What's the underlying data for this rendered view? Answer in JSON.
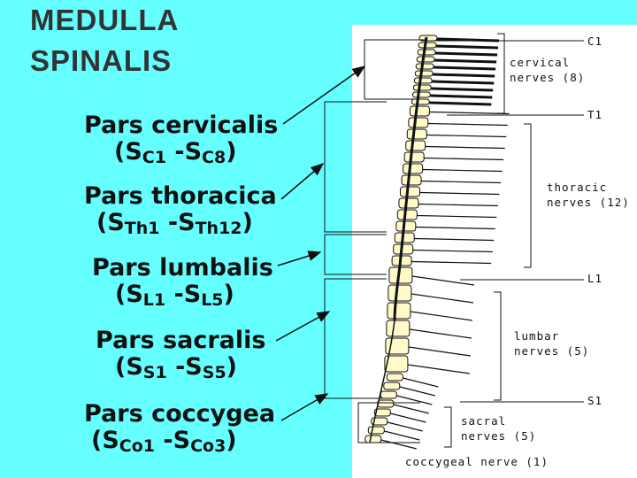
{
  "title": {
    "line1": "MEDULLA",
    "line2": "SPINALIS"
  },
  "parts": [
    {
      "name": "Pars cervicalis",
      "open": "(S",
      "a": "C1",
      "mid": " -S",
      "b": "C8",
      "close": ")"
    },
    {
      "name": "Pars thoracica",
      "open": "(S",
      "a": "Th1",
      "mid": " -S",
      "b": "Th12",
      "close": ")"
    },
    {
      "name": "Pars lumbalis",
      "open": "(S",
      "a": "L1",
      "mid": " -S",
      "b": "L5",
      "close": ")"
    },
    {
      "name": "Pars sacralis",
      "open": "(S",
      "a": "S1",
      "mid": " -S",
      "b": "S5",
      "close": ")"
    },
    {
      "name": "Pars coccygea",
      "open": "(S",
      "a": "Co1",
      "mid": " -S",
      "b": "Co3",
      "close": ")"
    }
  ],
  "levels": {
    "c1": "C1",
    "t1": "T1",
    "l1": "L1",
    "s1": "S1"
  },
  "nerves": {
    "cervical": [
      "cervical",
      "nerves (8)"
    ],
    "thoracic": [
      "thoracic",
      "nerves (12)"
    ],
    "lumbar": [
      "lumbar",
      "nerves (5)"
    ],
    "sacral": [
      "sacral",
      "nerves (5)"
    ],
    "coccygeal": "coccygeal nerve (1)"
  },
  "colors": {
    "background": "#66ffff",
    "panel": "#ffffff",
    "vertebra": "#fffac8",
    "ink": "#111111"
  }
}
